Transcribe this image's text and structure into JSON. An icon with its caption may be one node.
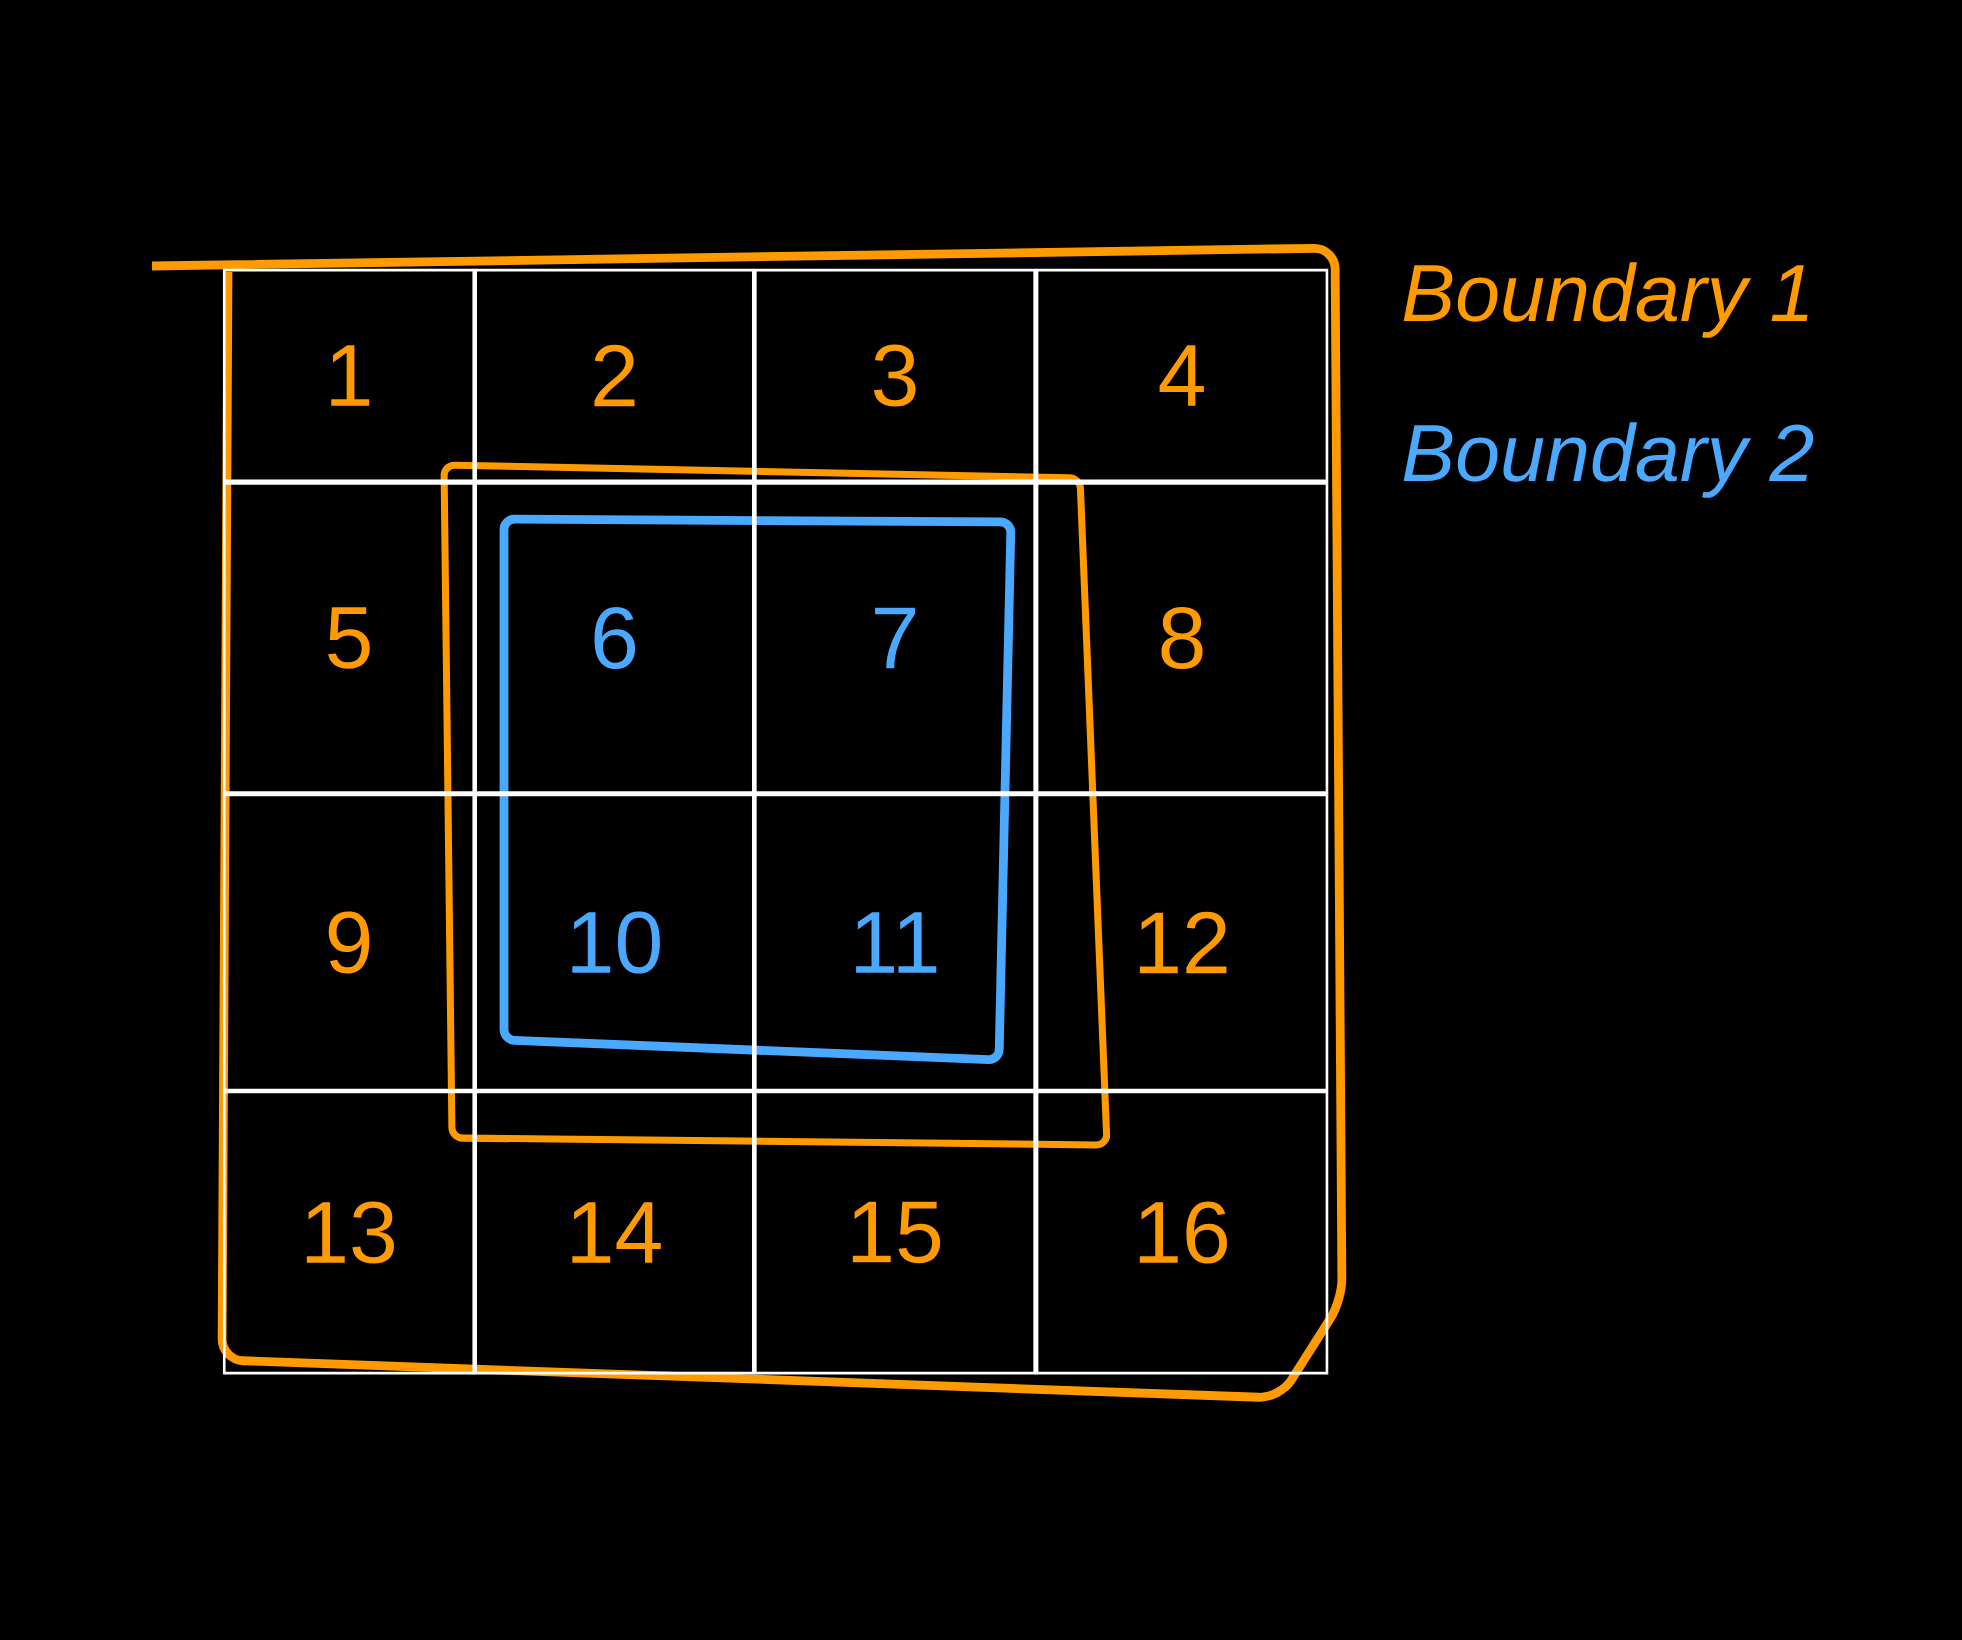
{
  "diagram": {
    "nodes": [
      {
        "text": [
          "1"
        ]
      },
      {
        "text": [
          "2"
        ]
      },
      {
        "text": [
          "3"
        ]
      },
      {
        "text": [
          "4"
        ]
      },
      {
        "text": [
          "5"
        ]
      },
      {
        "text": [
          "6"
        ]
      },
      {
        "text": [
          "7"
        ]
      },
      {
        "text": [
          "8"
        ]
      },
      {
        "text": [
          "9"
        ]
      },
      {
        "text": [
          "10"
        ]
      },
      {
        "text": [
          "11"
        ]
      },
      {
        "text": [
          "12"
        ]
      },
      {
        "text": [
          "13"
        ]
      },
      {
        "text": [
          "14"
        ]
      },
      {
        "text": [
          "15"
        ]
      },
      {
        "text": [
          "16"
        ]
      }
    ],
    "legend": [
      {
        "text": "Boundary 1",
        "color": "#ff9a00"
      },
      {
        "text": "Boundary 2",
        "color": "#4aa8ff"
      }
    ]
  }
}
